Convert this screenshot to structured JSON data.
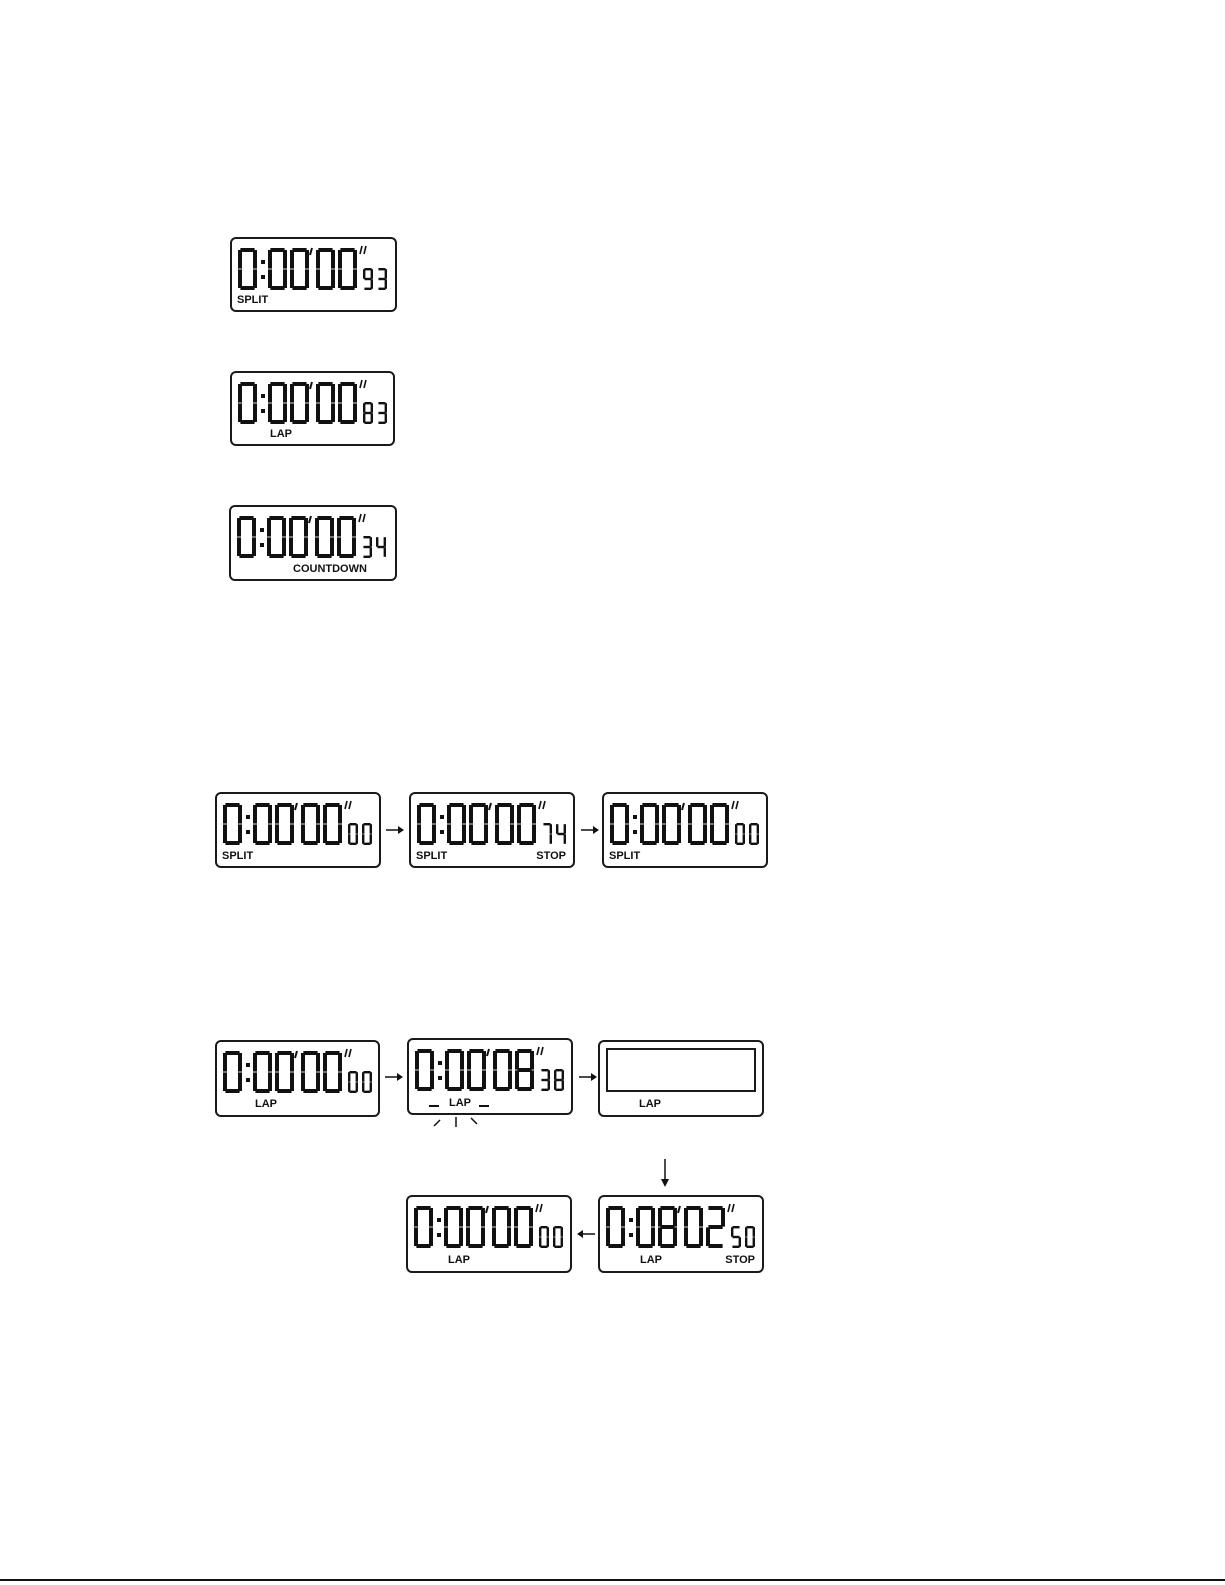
{
  "displays": [
    {
      "id": "d1",
      "main": "0:0000",
      "sub": "93",
      "labels": [
        {
          "text": "SPLIT",
          "pos": "left"
        }
      ]
    },
    {
      "id": "d2",
      "main": "0:0000",
      "sub": "83",
      "labels": [
        {
          "text": "LAP",
          "pos": "lap"
        }
      ]
    },
    {
      "id": "d3",
      "main": "0:0000",
      "sub": "34",
      "labels": [
        {
          "text": "COUNTDOWN",
          "pos": "center"
        }
      ]
    },
    {
      "id": "s1",
      "main": "0:0000",
      "sub": "00",
      "labels": [
        {
          "text": "SPLIT",
          "pos": "left"
        }
      ]
    },
    {
      "id": "s2",
      "main": "0:0000",
      "sub": "74",
      "labels": [
        {
          "text": "SPLIT",
          "pos": "left"
        },
        {
          "text": "STOP",
          "pos": "right"
        }
      ]
    },
    {
      "id": "s3",
      "main": "0:0000",
      "sub": "00",
      "labels": [
        {
          "text": "SPLIT",
          "pos": "left"
        }
      ]
    },
    {
      "id": "l1",
      "main": "0:0000",
      "sub": "00",
      "labels": [
        {
          "text": "LAP",
          "pos": "lap"
        }
      ]
    },
    {
      "id": "l2",
      "main": "0:0008",
      "sub": "38",
      "labels": [
        {
          "text": "LAP",
          "pos": "lapflash"
        }
      ],
      "flashing": true
    },
    {
      "id": "l3",
      "main": "",
      "sub": "",
      "labels": [
        {
          "text": "LAP",
          "pos": "lap"
        }
      ],
      "blank": true
    },
    {
      "id": "l4",
      "main": "0:0802",
      "sub": "50",
      "labels": [
        {
          "text": "LAP",
          "pos": "lap"
        },
        {
          "text": "STOP",
          "pos": "right"
        }
      ]
    },
    {
      "id": "l5",
      "main": "0:0000",
      "sub": "00",
      "labels": [
        {
          "text": "LAP",
          "pos": "lap"
        }
      ]
    }
  ]
}
